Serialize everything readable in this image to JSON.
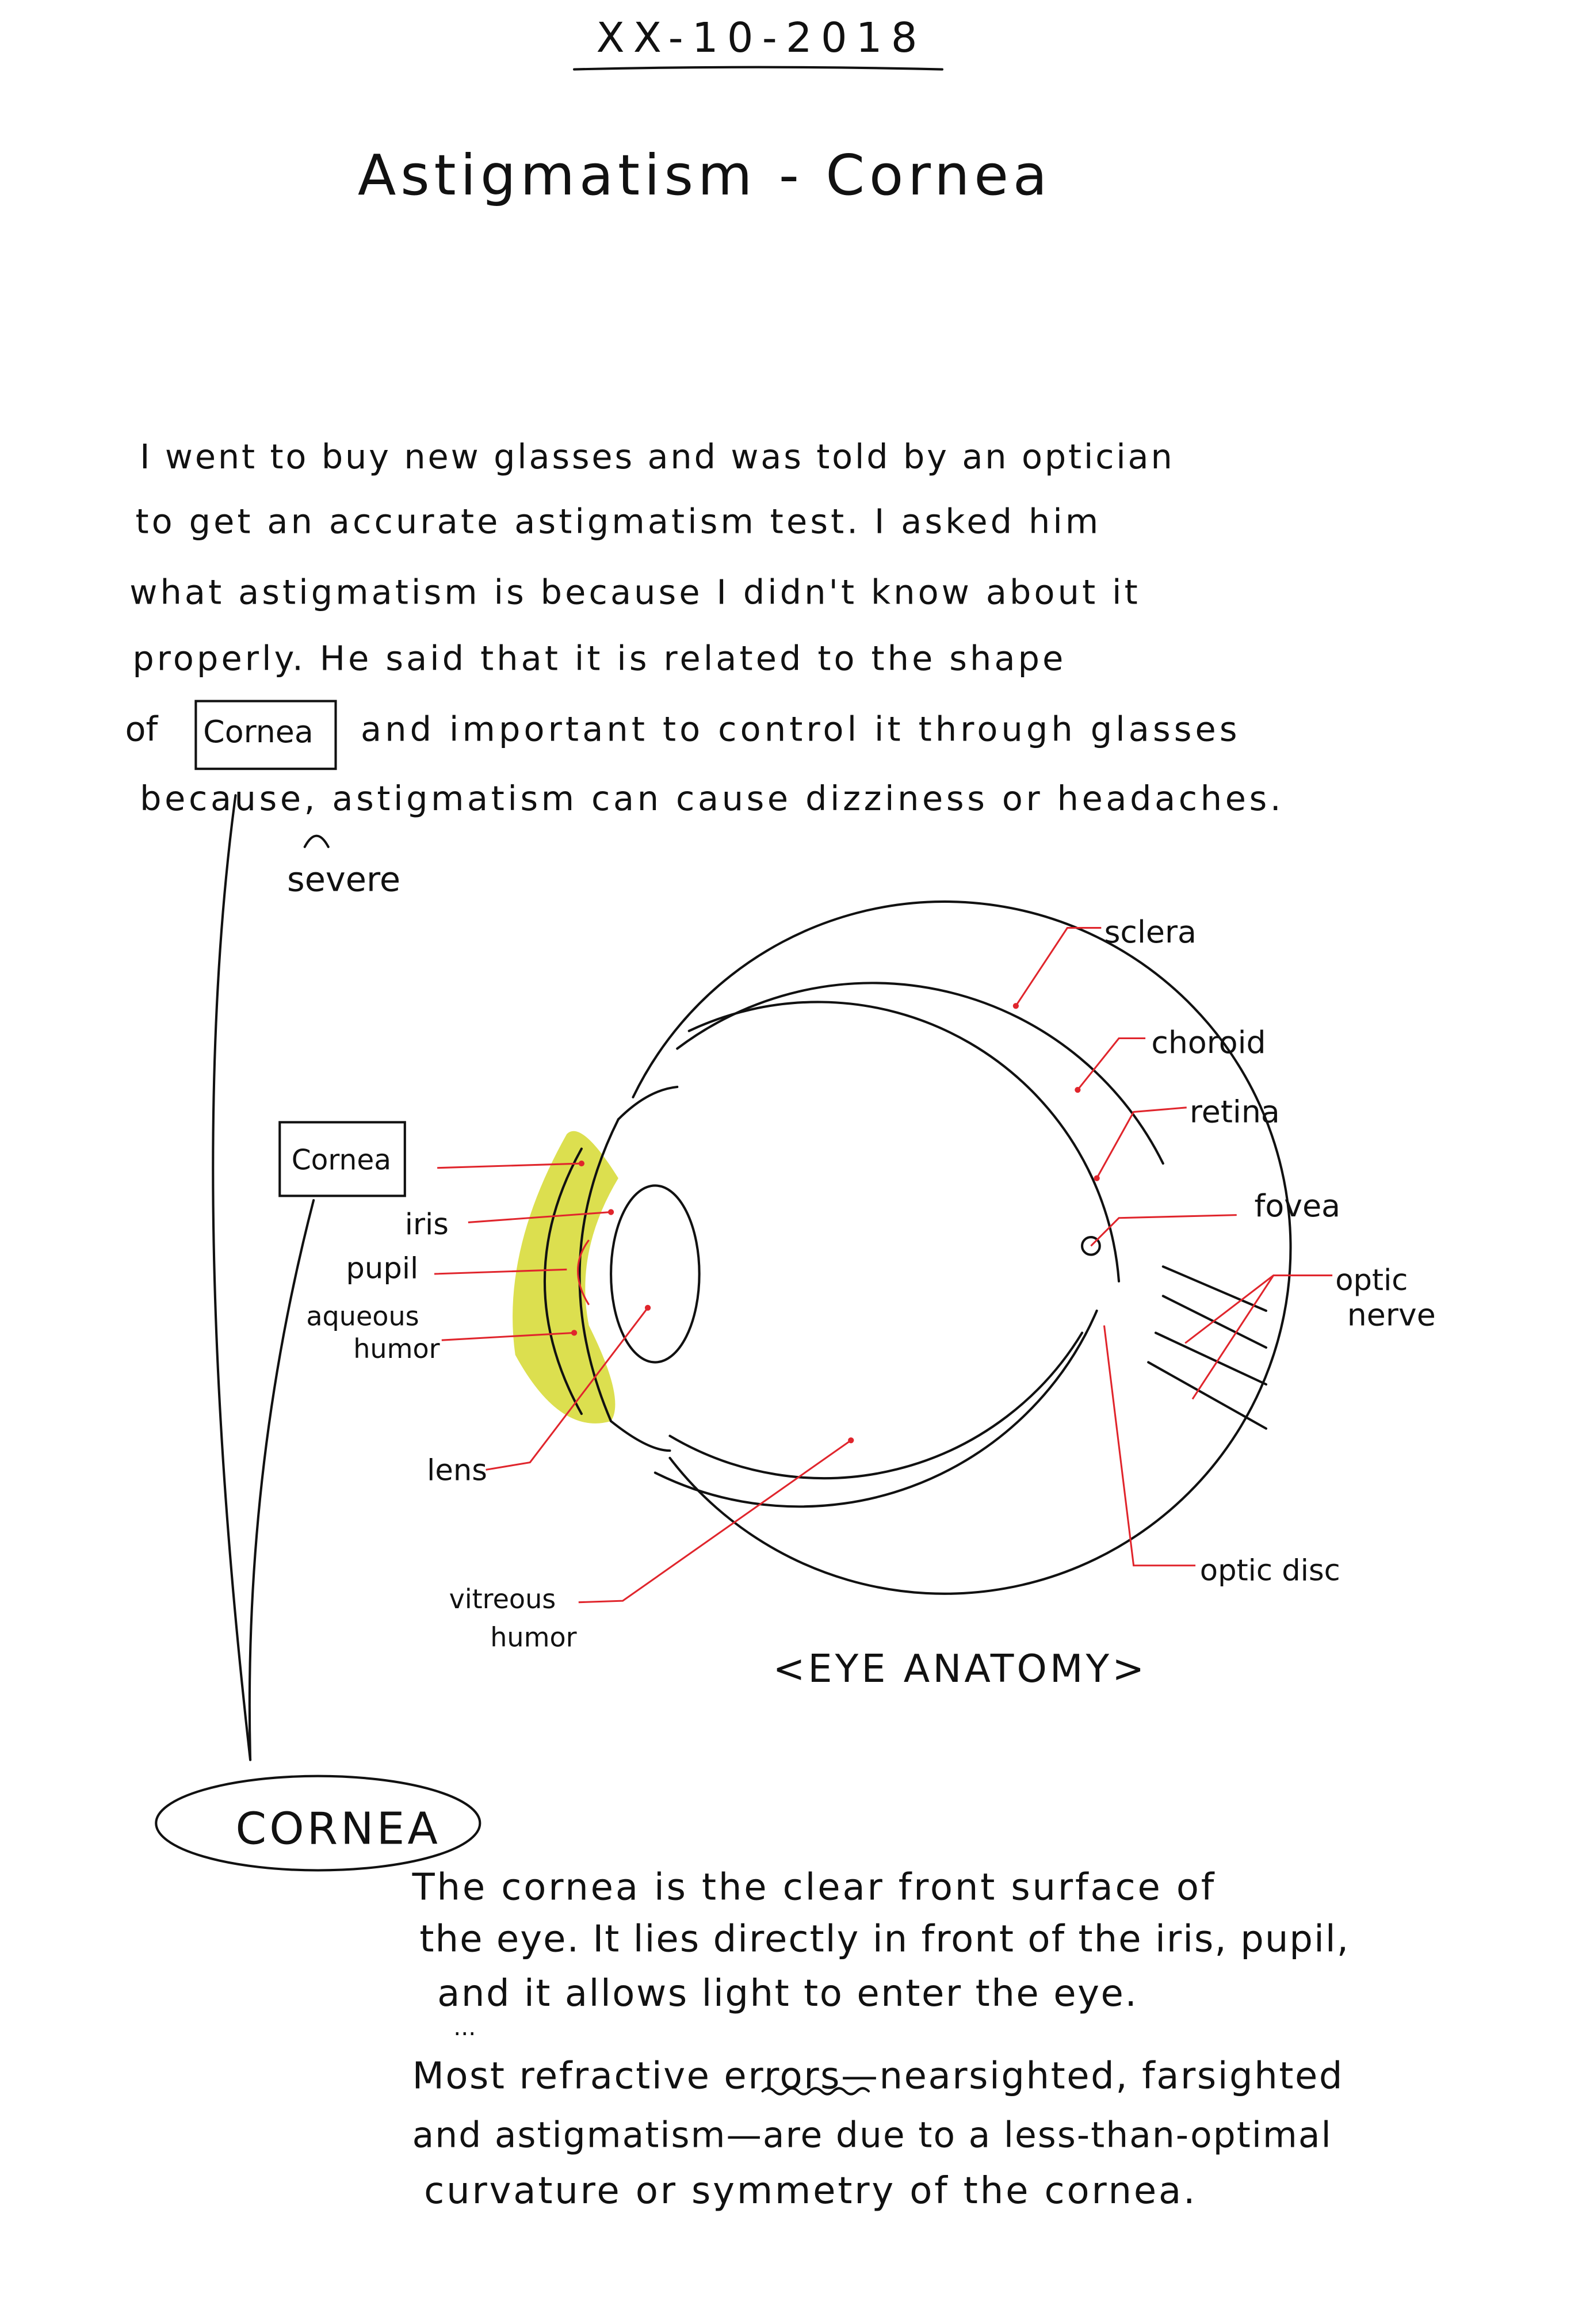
{
  "note": {
    "date": "XX-10-2018",
    "title": "Astigmatism - Cornea",
    "paragraph_lines": [
      "I went to buy new glasses and was told by an optician",
      "to get an accurate astigmatism test. I asked him",
      "what astigmatism is because I didn't know about it",
      "properly. He said that it is related to the shape"
    ],
    "line5_prefix": "of",
    "line5_boxed": "Cornea",
    "line5_suffix": "and important to control it through glasses",
    "line6": "because, astigmatism can cause dizziness or headaches.",
    "insertion": "severe"
  },
  "diagram": {
    "caption": "<EYE ANATOMY>",
    "labels": {
      "sclera": "sclera",
      "choroid": "choroid",
      "retina": "retina",
      "fovea": "fovea",
      "optic_nerve_1": "optic",
      "optic_nerve_2": "nerve",
      "optic_disc": "optic disc",
      "cornea": "Cornea",
      "iris": "iris",
      "pupil": "pupil",
      "aqueous_1": "aqueous",
      "aqueous_2": "humor",
      "lens": "lens",
      "vitreous_1": "vitreous",
      "vitreous_2": "humor"
    },
    "colors": {
      "leader": "#e0252c",
      "highlight": "#d8dc3c"
    }
  },
  "definition": {
    "heading": "CORNEA",
    "lines": [
      "The cornea is the clear front surface of",
      "the eye. It lies directly in front of the iris, pupil,",
      "and it allows light to enter the eye.",
      "...",
      "Most refractive errors—nearsighted, farsighted",
      "and astigmatism—are due to a less-than-optimal",
      "curvature or symmetry of the cornea."
    ]
  }
}
